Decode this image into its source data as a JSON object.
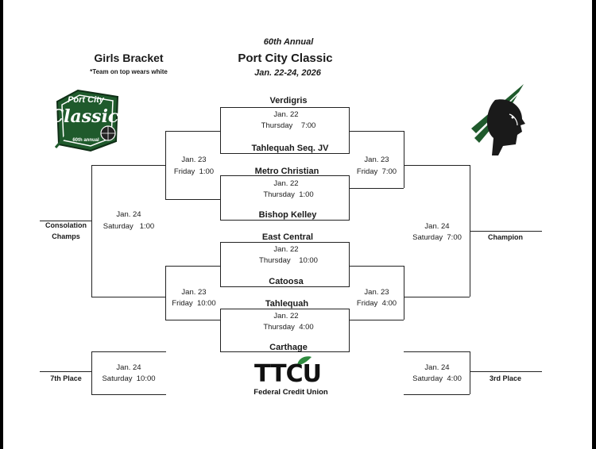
{
  "header": {
    "annual": "60th Annual",
    "title": "Port City Classic",
    "dates": "Jan. 22-24, 2026",
    "bracket_title": "Girls Bracket",
    "note": "*Team on top wears white"
  },
  "logos": {
    "left": {
      "line1": "Port City",
      "line2": "Classic",
      "line3": "60th annual"
    },
    "sponsor": {
      "name": "TTCU",
      "sub": "Federal Credit Union"
    }
  },
  "teams": {
    "verdigris": "Verdigris",
    "tahlequah_sequoyah_jv": "Tahlequah Seq. JV",
    "metro_christian": "Metro Christian",
    "bishop_kelley": "Bishop Kelley",
    "east_central": "East Central",
    "catoosa": "Catoosa",
    "tahlequah": "Tahlequah",
    "carthage": "Carthage"
  },
  "games": {
    "g1": {
      "date": "Jan. 22",
      "time": "Thursday    7:00"
    },
    "g2": {
      "date": "Jan. 22",
      "time": "Thursday  1:00"
    },
    "g3": {
      "date": "Jan. 22",
      "time": "Thursday    10:00"
    },
    "g4": {
      "date": "Jan. 22",
      "time": "Thursday  4:00"
    },
    "loser_top": {
      "date": "Jan. 23",
      "time": "Friday  1:00"
    },
    "winner_top": {
      "date": "Jan. 23",
      "time": "Friday  7:00"
    },
    "loser_bottom": {
      "date": "Jan. 23",
      "time": "Friday  10:00"
    },
    "winner_bottom": {
      "date": "Jan. 23",
      "time": "Friday  4:00"
    },
    "consolation_final": {
      "date": "Jan. 24",
      "time": "Saturday   1:00"
    },
    "championship": {
      "date": "Jan. 24",
      "time": "Saturday  7:00"
    },
    "seventh_place": {
      "date": "Jan. 24",
      "time": "Saturday  10:00"
    },
    "third_place": {
      "date": "Jan. 24",
      "time": "Saturday  4:00"
    }
  },
  "results": {
    "consolation_line1": "Consolation",
    "consolation_line2": "Champs",
    "champion": "Champion",
    "seventh": "7th Place",
    "third": "3rd Place"
  },
  "colors": {
    "brand_green": "#1f5a2c",
    "line": "#222222"
  }
}
